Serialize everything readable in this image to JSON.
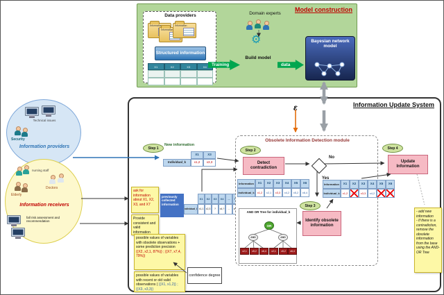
{
  "icons": {
    "gear": "⚙"
  },
  "model_construction": {
    "title": "Model construction",
    "data_providers": {
      "title": "Data providers",
      "folder_label": "Information",
      "structured_label": "Structured information",
      "mini_table_headers": [
        "X1",
        "X2",
        "X3",
        "X4"
      ]
    },
    "domain_experts_label": "Domain experts",
    "training_label": "Training",
    "build_model_label": "Build model",
    "data_label": "data",
    "bayesian_label": "Bayesian network model"
  },
  "providers": {
    "title": "Information providers",
    "technical_label": "Technical issues",
    "security_label": "Security"
  },
  "receivers": {
    "title": "Information receivers",
    "nursing_label": "nursing staff",
    "doctors_label": "Doctors",
    "elderly_label": "Elderly",
    "fallrisk_label": "fall risk assessment and recommendation"
  },
  "ius": {
    "title": "Information Update System",
    "epsilon": "ε",
    "module_title": "Obsolete Information Detection module",
    "step1_label": "Step 1",
    "step2_label": "Step 2",
    "step3_label": "Step 3",
    "step4_label": "Step 4",
    "new_info_label": "New information",
    "detect_label": "Detect contradiction",
    "identify_label": "Identify obsolete information",
    "update_label": "Update Information",
    "no_label": "No",
    "yes_label": "Yes",
    "ask_note": "ask for information about X1, X2, X3, and X7",
    "provide_note": "Provide consistent and valid information",
    "confidence_label": "confidence degree",
    "obsolete_note_text": "possible values of variables with obsolete observations + some prediction precision",
    "obsolete_note_tuples": "{(X2, x2,1, 87%)} ; {(X7, x7,4, 79%)}",
    "valid_note_text": "possible values of variables with recent or old valid observations (",
    "valid_note_tuples": "{(X1, x1,2)} ; {(X3, x3,3)}",
    "side_note_line1": "- add new information",
    "side_note_line2": "- If there is a contradiction, remove the obsolete information from the base using the AND-OR Tree"
  },
  "tables": {
    "new_info": {
      "headers": [
        "X1",
        "X3"
      ],
      "row_label": "Individual_k",
      "values": [
        "x1,2",
        "x3,3"
      ]
    },
    "previous": {
      "label": "previously collected information",
      "row_label": "Individual_k",
      "headers": [
        "X1",
        "X2",
        "X3",
        "X4",
        "...",
        "Xn"
      ],
      "values": [
        "x1,1",
        "x2,3",
        "?",
        "x4,?",
        "...",
        "xn,?"
      ]
    },
    "contradiction": {
      "corner_label": "Information",
      "row_label": "Individual_k",
      "headers": [
        "X1",
        "X2",
        "X3",
        "X4",
        "X5",
        "X6"
      ],
      "values": [
        "x1,2",
        "x2,1",
        "x3,3",
        "x4,2",
        "x5,2",
        "x6,4"
      ],
      "new_value_columns": [
        "X1",
        "X3"
      ]
    },
    "updated": {
      "corner_label": "Information",
      "row_label": "Individual_k",
      "headers": [
        "X1",
        "X2",
        "X3",
        "X4",
        "X5",
        "X6"
      ],
      "values": [
        "x1,2",
        "x2,1",
        "x3,3",
        "x4,2",
        "x5,2",
        "x6,4"
      ],
      "crossed_columns": [
        "X2",
        "X5",
        "X6"
      ]
    }
  },
  "tree": {
    "title": "AND OR Tree for individual_k",
    "root_label": "OR",
    "and_label": "AND",
    "left_leaves": [
      "x2,1",
      "x5,2",
      "x6,4"
    ],
    "right_leaves": [
      "x2,1",
      "x5,2",
      "x6,4"
    ]
  }
}
